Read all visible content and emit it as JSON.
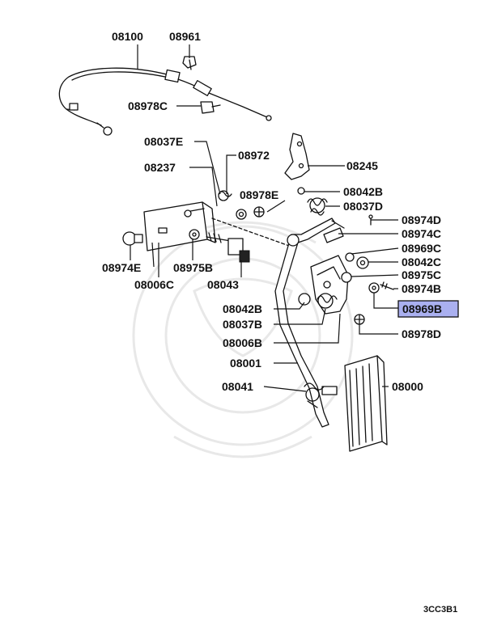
{
  "diagram": {
    "highlight_color": "#aab0f0",
    "ref_code": "3CC3B1",
    "labels": [
      {
        "id": "08100",
        "text": "08100"
      },
      {
        "id": "08961",
        "text": "08961"
      },
      {
        "id": "08978C",
        "text": "08978C"
      },
      {
        "id": "08037E",
        "text": "08037E"
      },
      {
        "id": "08972",
        "text": "08972"
      },
      {
        "id": "08245",
        "text": "08245"
      },
      {
        "id": "08237",
        "text": "08237"
      },
      {
        "id": "08978E",
        "text": "08978E"
      },
      {
        "id": "08042B_top",
        "text": "08042B"
      },
      {
        "id": "08037D",
        "text": "08037D"
      },
      {
        "id": "08974D",
        "text": "08974D"
      },
      {
        "id": "08974C",
        "text": "08974C"
      },
      {
        "id": "08969C",
        "text": "08969C"
      },
      {
        "id": "08042C",
        "text": "08042C"
      },
      {
        "id": "08975C",
        "text": "08975C"
      },
      {
        "id": "08974B",
        "text": "08974B"
      },
      {
        "id": "08969B",
        "text": "08969B",
        "highlighted": true
      },
      {
        "id": "08978D",
        "text": "08978D"
      },
      {
        "id": "08974E",
        "text": "08974E"
      },
      {
        "id": "08975B",
        "text": "08975B"
      },
      {
        "id": "08006C",
        "text": "08006C"
      },
      {
        "id": "08043",
        "text": "08043"
      },
      {
        "id": "08042B_mid",
        "text": "08042B"
      },
      {
        "id": "08037B",
        "text": "08037B"
      },
      {
        "id": "08006B",
        "text": "08006B"
      },
      {
        "id": "08001",
        "text": "08001"
      },
      {
        "id": "08041",
        "text": "08041"
      },
      {
        "id": "08000",
        "text": "08000"
      }
    ]
  }
}
